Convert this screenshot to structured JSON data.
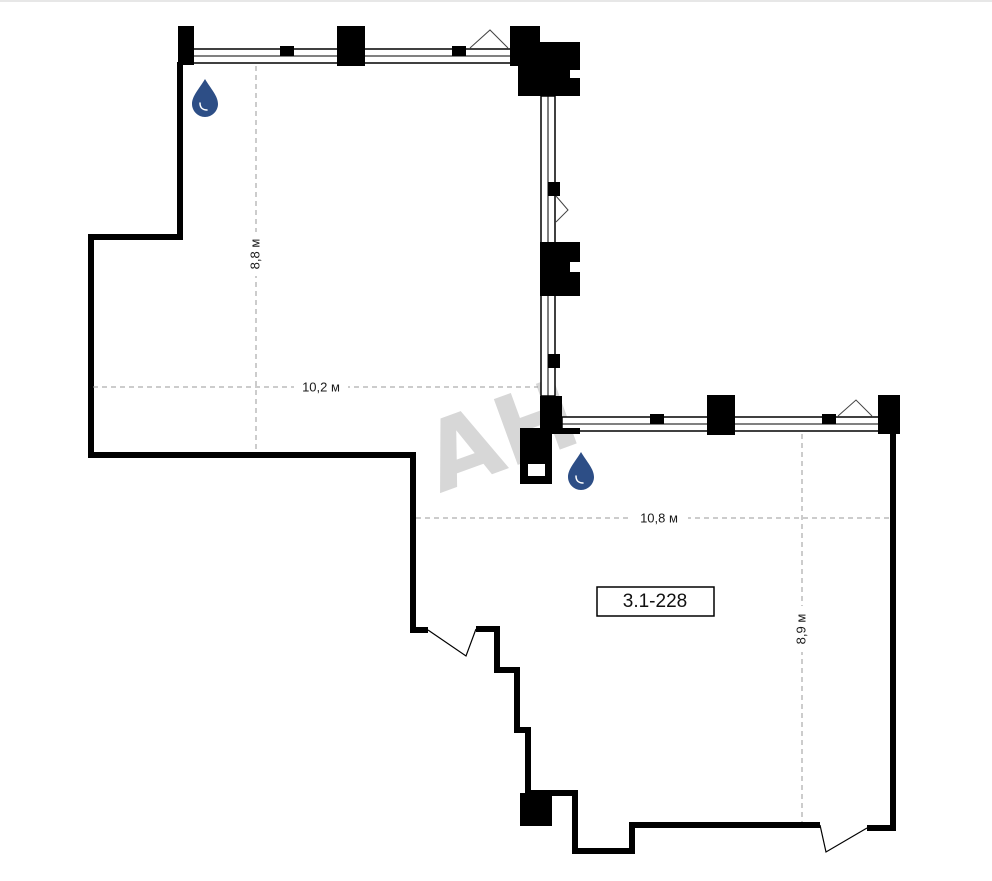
{
  "watermark": "AH",
  "room": {
    "id": "3.1-228"
  },
  "dimensions": {
    "upper_height": "8,8 м",
    "upper_width": "10,2 м",
    "lower_width": "10,8 м",
    "lower_height": "8,9 м"
  },
  "icons": [
    "water-drop-icon",
    "water-drop-icon"
  ],
  "colors": {
    "wall": "#000000",
    "water": "#2d4e86",
    "dash": "#9a9a9a",
    "watermark": "#d7d7d7"
  }
}
